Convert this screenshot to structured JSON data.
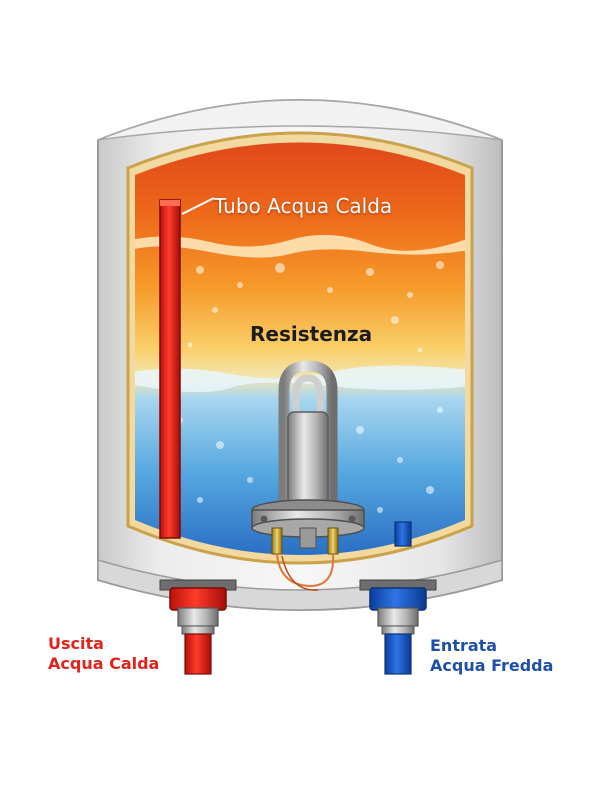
{
  "labels": {
    "hot_pipe": "Tubo Acqua Calda",
    "element": "Resistenza",
    "outlet_line1": "Uscita",
    "outlet_line2": "Acqua Calda",
    "inlet_line1": "Entrata",
    "inlet_line2": "Acqua Fredda"
  },
  "colors": {
    "hot": "#e3231b",
    "cold": "#1f4fa8"
  }
}
